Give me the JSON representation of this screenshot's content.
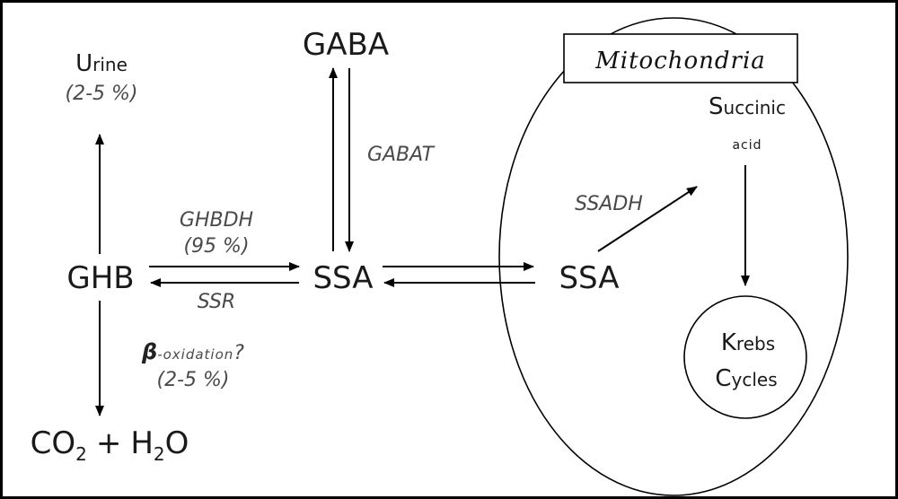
{
  "nodes": {
    "gaba": "GABA",
    "ghb": "GHB",
    "ssa_cyto": "SSA",
    "ssa_mito": "SSA",
    "urine_initial": "U",
    "urine_rest": "rine",
    "urine_pct": "(2-5 %)",
    "co2": "CO",
    "co2_sub": "2",
    "plus": "+",
    "h2o_h": "H",
    "h2o_sub": "2",
    "h2o_o": "O",
    "succinic_initial": "S",
    "succinic_rest": "uccinic",
    "acid": "acid",
    "krebs_initial": "K",
    "krebs_rest": "rebs",
    "cycles_initial": "C",
    "cycles_rest": "ycles",
    "mitochondria": "Mitochondria"
  },
  "enzymes": {
    "gabat": "GABAT",
    "ghbdh": "GHBDH",
    "ghbdh_pct": "(95 %)",
    "ssr": "SSR",
    "ssadh": "SSADH",
    "beta_symbol": "β",
    "beta_rest": "-oxidation",
    "beta_q": "?",
    "beta_pct": "(2-5 %)"
  }
}
